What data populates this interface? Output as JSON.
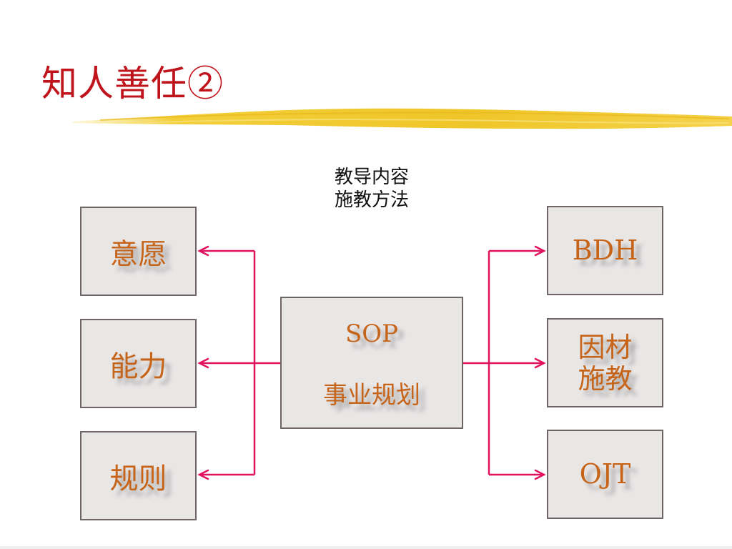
{
  "title": "知人善任②",
  "caption": {
    "line1": "教导内容",
    "line2": "施教方法"
  },
  "left_boxes": [
    "意愿",
    "能力",
    "规则"
  ],
  "center_box": {
    "line1": "SOP",
    "line2": "事业规划"
  },
  "right_boxes": [
    "BDH",
    "因材施教",
    "OJT"
  ],
  "right_box_lines": {
    "line1": "因材",
    "line2": "施教"
  },
  "colors": {
    "title": "#c0141c",
    "box_text": "#c6651a",
    "box_fill": "#e9e6e6",
    "box_border": "#6e6666",
    "connector": "#e0125e",
    "brush": "#f2cc30"
  }
}
